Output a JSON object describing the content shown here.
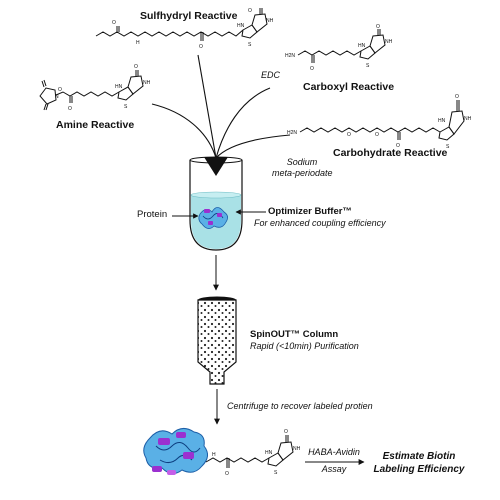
{
  "reagents": {
    "sulfhydryl": "Sulfhydryl Reactive",
    "carboxyl": "Carboxyl Reactive",
    "amine": "Amine Reactive",
    "carbohydrate": "Carbohydrate Reactive"
  },
  "reagent_notes": {
    "edc": "EDC",
    "periodate_line1": "Sodium",
    "periodate_line2": "meta-periodate"
  },
  "tube": {
    "protein_label": "Protein",
    "buffer_name": "Optimizer Buffer™",
    "buffer_note": "For enhanced coupling efficiency"
  },
  "column": {
    "name": "SpinOUT™ Column",
    "note": "Rapid (<10min) Purification"
  },
  "step_centrifuge": "Centrifuge to recover labeled protien",
  "assay": {
    "line1": "HABA-Avidin",
    "line2": "Assay"
  },
  "result": {
    "line1": "Estimate Biotin",
    "line2": "Labeling Efficiency"
  },
  "colors": {
    "tube_liquid": "#a9e1e6",
    "protein_blue": "#3a9ad9",
    "protein_purple": "#9b30d0",
    "line": "#111111"
  }
}
